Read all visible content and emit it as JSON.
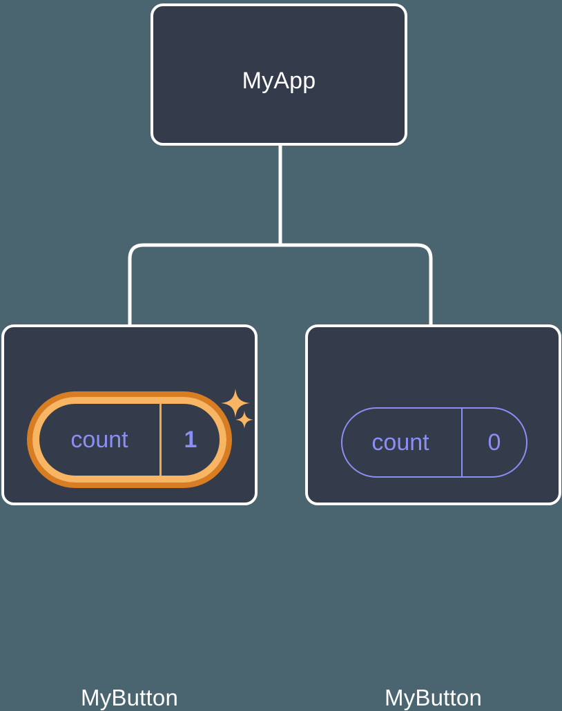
{
  "diagram": {
    "type": "component-tree",
    "title": "React component tree with local state",
    "background_color": "#4a6570",
    "node_fill_color": "#343b4a",
    "node_border_color": "#ffffff",
    "connector_color": "#ffffff",
    "state_accent_color": "#8b8ff5",
    "highlight_inner_color": "#f8b563",
    "highlight_outer_color": "#d97d22",
    "sparkle_color": "#f8b563"
  },
  "nodes": {
    "root": {
      "label": "MyApp",
      "has_state": false
    },
    "child_left": {
      "label": "MyButton",
      "state": {
        "key": "count",
        "value": "1",
        "highlighted": true,
        "sparkle_large": "sparkle-icon",
        "sparkle_small": "sparkle-icon"
      }
    },
    "child_right": {
      "label": "MyButton",
      "state": {
        "key": "count",
        "value": "0",
        "highlighted": false
      }
    }
  },
  "edges": [
    {
      "from": "root",
      "to": "child_left"
    },
    {
      "from": "root",
      "to": "child_right"
    }
  ]
}
